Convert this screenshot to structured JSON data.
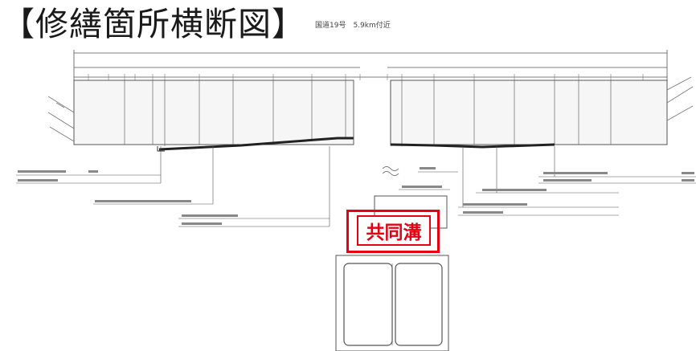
{
  "header": {
    "title": "【修繕箇所横断図】",
    "subtitle": "国道19号　5.9km付近"
  },
  "callout": {
    "label": "共同溝",
    "color": "#e60012"
  },
  "figure": {
    "line_color": "#3a3a3a",
    "shade_color": "#f4f4f4"
  }
}
